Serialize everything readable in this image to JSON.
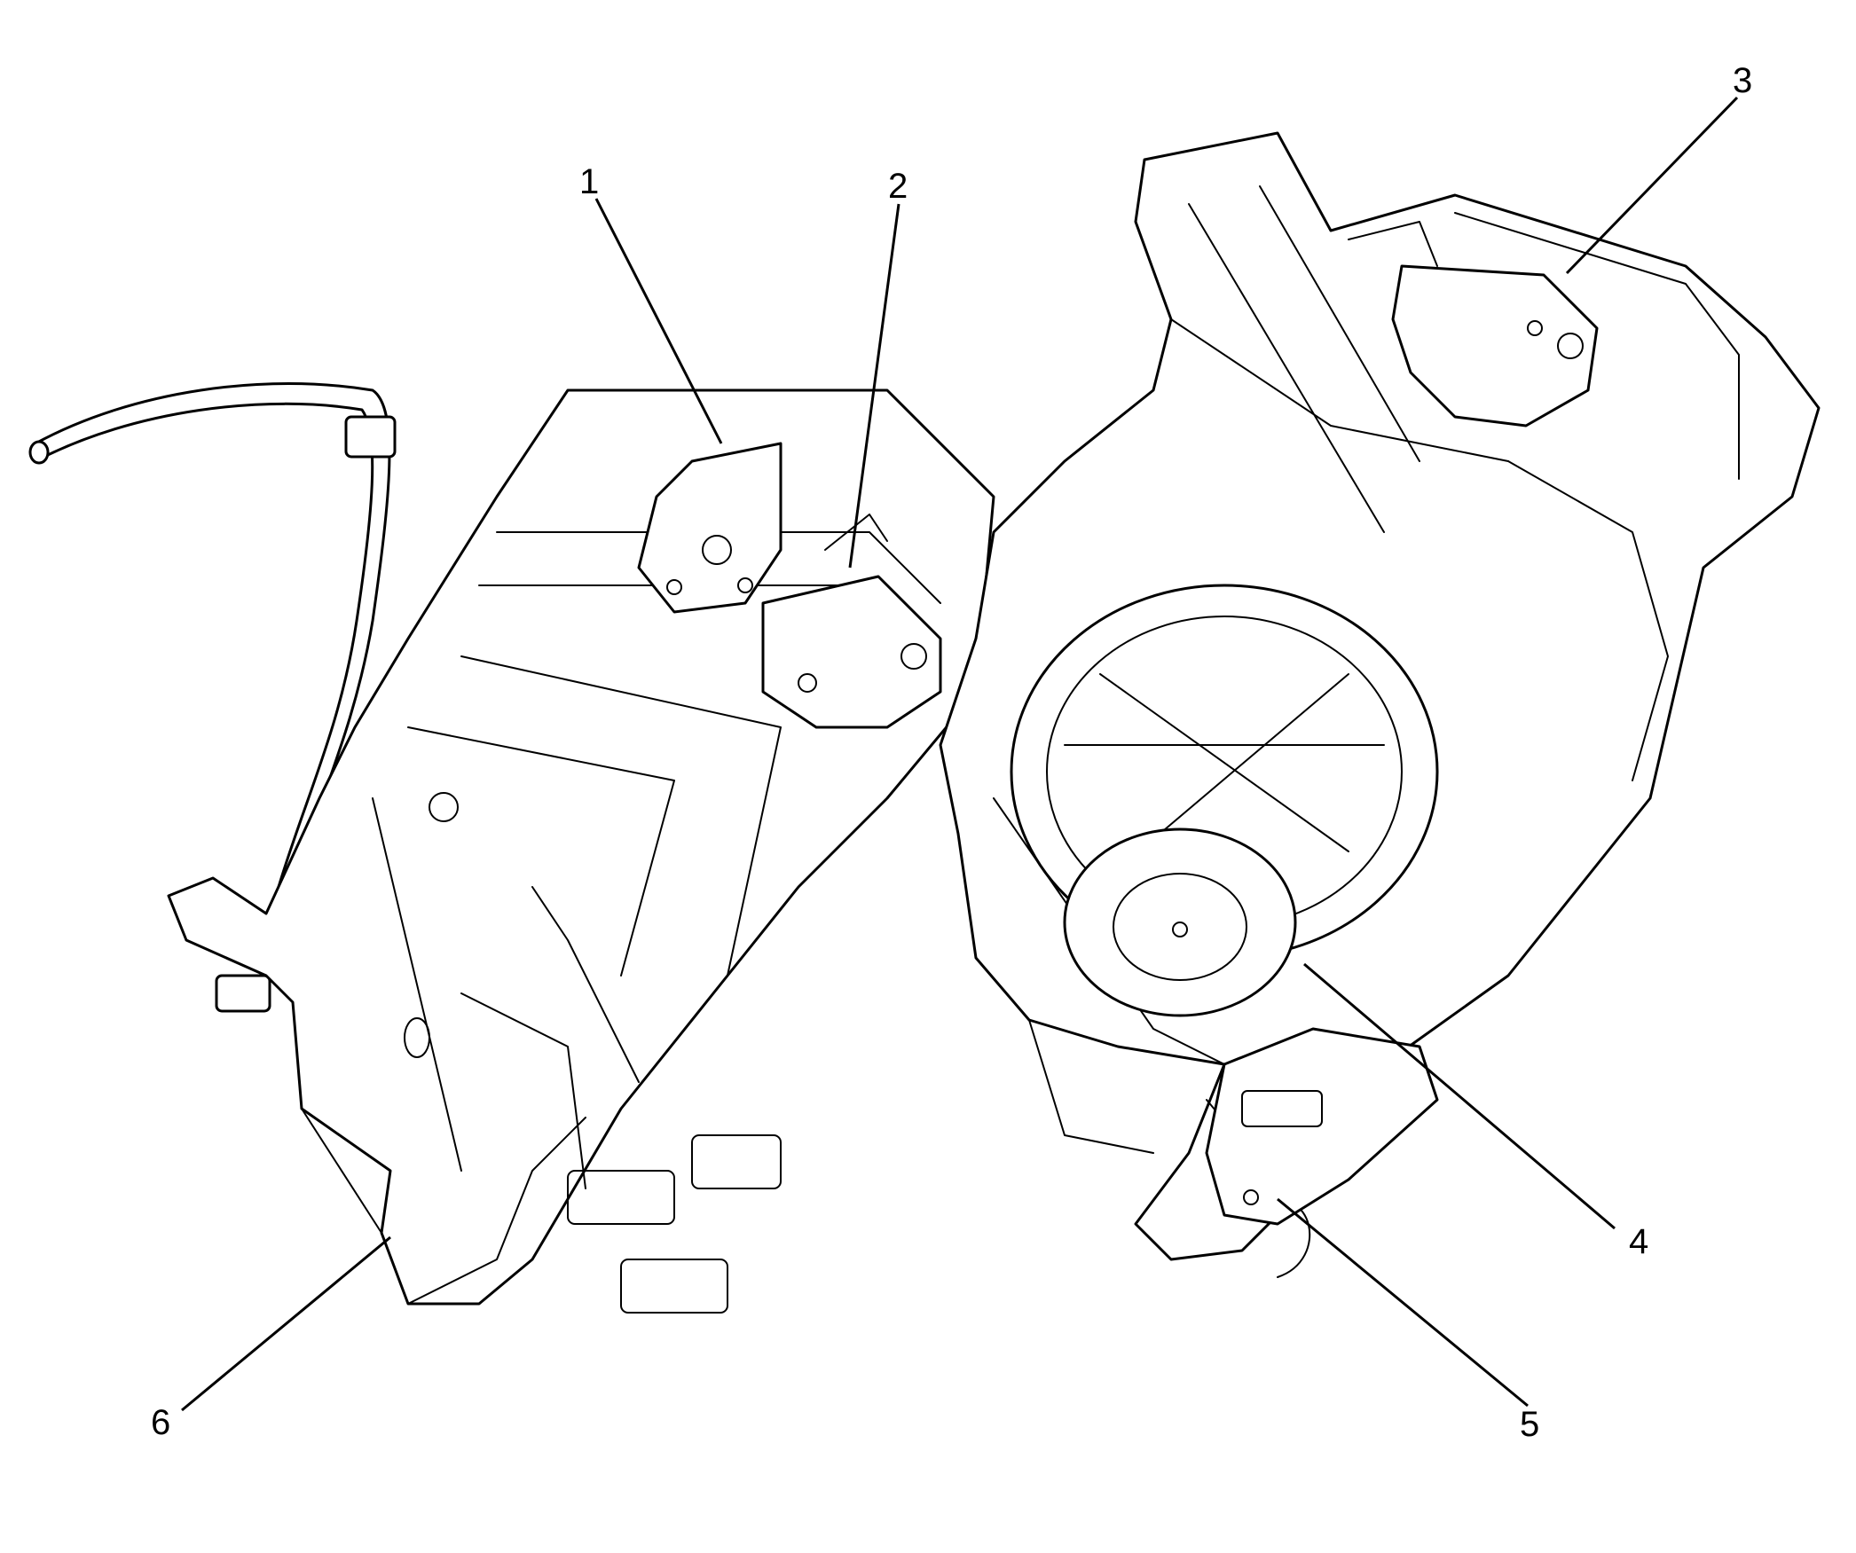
{
  "figure": {
    "callouts": [
      {
        "id": "1",
        "label": "1"
      },
      {
        "id": "2",
        "label": "2"
      },
      {
        "id": "3",
        "label": "3"
      },
      {
        "id": "4",
        "label": "4"
      },
      {
        "id": "5",
        "label": "5"
      },
      {
        "id": "6",
        "label": "6"
      }
    ],
    "icons": [
      "hvac-module-assembly-icon",
      "actuator-icon",
      "blower-motor-icon",
      "blower-motor-resistor-icon"
    ],
    "colors": {
      "line": "#000000",
      "background": "#ffffff"
    }
  }
}
